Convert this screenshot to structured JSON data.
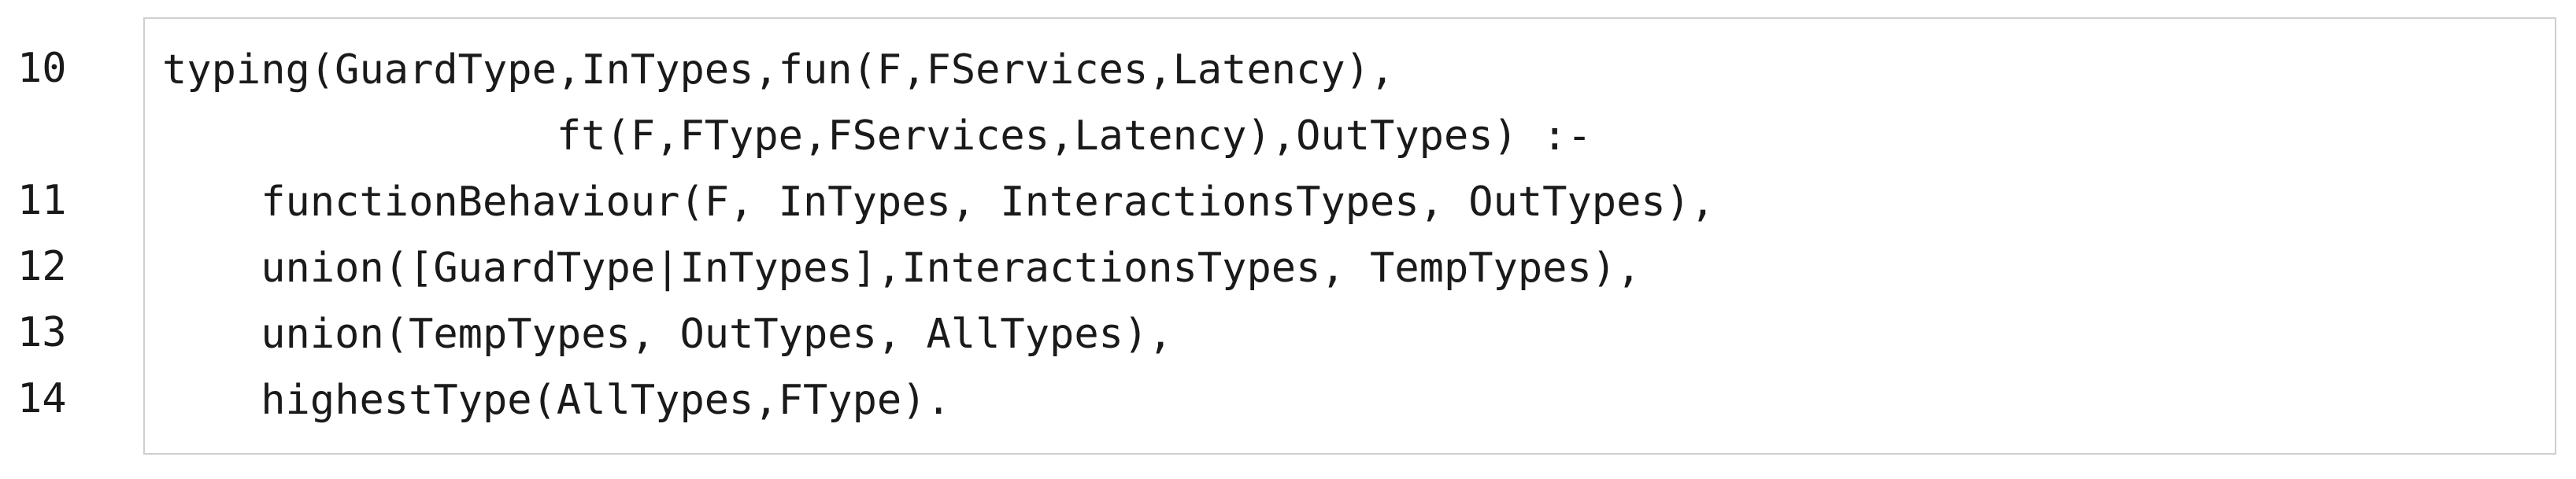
{
  "code_listing": {
    "lines": [
      {
        "number": "10",
        "text": "typing(GuardType,InTypes,fun(F,FServices,Latency),"
      },
      {
        "number": "",
        "text": "                ft(F,FType,FServices,Latency),OutTypes) :-"
      },
      {
        "number": "11",
        "text": "    functionBehaviour(F, InTypes, InteractionsTypes, OutTypes),"
      },
      {
        "number": "12",
        "text": "    union([GuardType|InTypes],InteractionsTypes, TempTypes),"
      },
      {
        "number": "13",
        "text": "    union(TempTypes, OutTypes, AllTypes),"
      },
      {
        "number": "14",
        "text": "    highestType(AllTypes,FType)."
      }
    ]
  }
}
